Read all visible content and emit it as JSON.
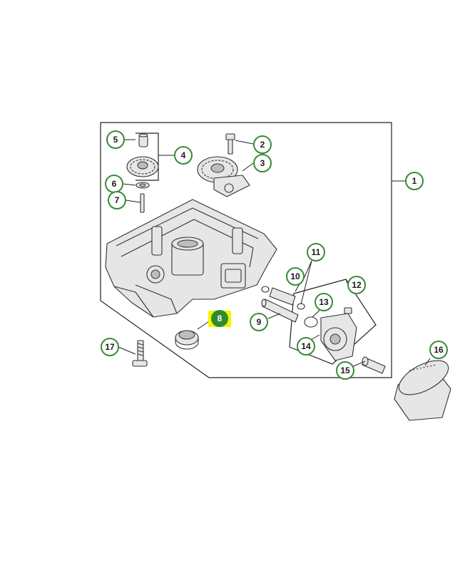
{
  "diagram": {
    "callouts": [
      {
        "id": "1",
        "label": "1",
        "highlighted": false
      },
      {
        "id": "2",
        "label": "2",
        "highlighted": false
      },
      {
        "id": "3",
        "label": "3",
        "highlighted": false
      },
      {
        "id": "4",
        "label": "4",
        "highlighted": false
      },
      {
        "id": "5",
        "label": "5",
        "highlighted": false
      },
      {
        "id": "6",
        "label": "6",
        "highlighted": false
      },
      {
        "id": "7",
        "label": "7",
        "highlighted": false
      },
      {
        "id": "8",
        "label": "8",
        "highlighted": true
      },
      {
        "id": "9",
        "label": "9",
        "highlighted": false
      },
      {
        "id": "10",
        "label": "10",
        "highlighted": false
      },
      {
        "id": "11",
        "label": "11",
        "highlighted": false
      },
      {
        "id": "12",
        "label": "12",
        "highlighted": false
      },
      {
        "id": "13",
        "label": "13",
        "highlighted": false
      },
      {
        "id": "14",
        "label": "14",
        "highlighted": false
      },
      {
        "id": "15",
        "label": "15",
        "highlighted": false
      },
      {
        "id": "16",
        "label": "16",
        "highlighted": false
      },
      {
        "id": "17",
        "label": "17",
        "highlighted": false
      }
    ],
    "colors": {
      "callout_border": "#3a8a3a",
      "highlight_fill": "#2e8b2e",
      "highlight_marker": "#f5f500"
    }
  }
}
